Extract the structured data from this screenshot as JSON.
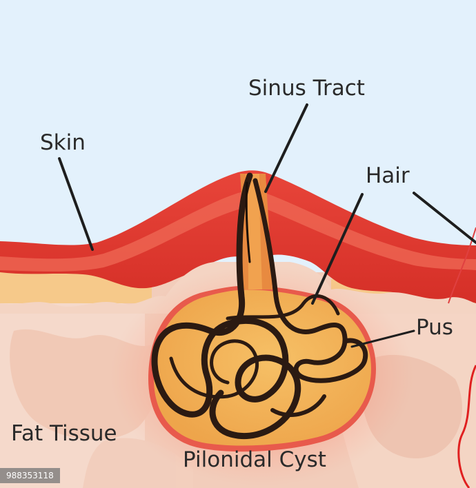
{
  "labels": {
    "skin": "Skin",
    "sinus_tract": "Sinus Tract",
    "hair": "Hair",
    "pus": "Pus",
    "fat_tissue": "Fat Tissue",
    "pilonidal_cyst": "Pilonidal Cyst"
  },
  "watermark": "988353118",
  "colors": {
    "background": "#e3f1fc",
    "skin_dark": "#d9352a",
    "skin_light": "#ef6a55",
    "fat": "#f4d1c0",
    "pus": "#f2b457",
    "hair": "#2b1a12",
    "leader": "#1e1e1e",
    "vessel": "#e02020"
  }
}
